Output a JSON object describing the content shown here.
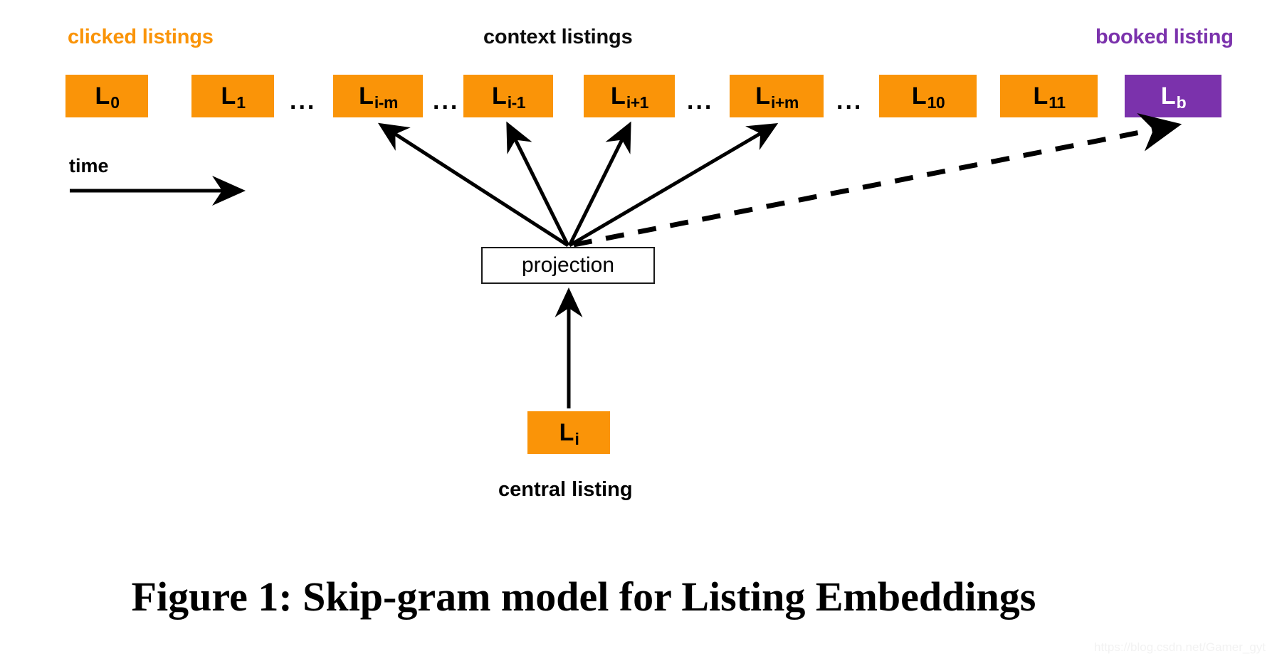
{
  "figure": {
    "caption": "Figure 1: Skip-gram model for Listing Embeddings",
    "watermark": "https://blog.csdn.net/Gamer_gyt"
  },
  "headings": {
    "clicked_listings": "clicked listings",
    "context_listings": "context listings",
    "booked_listing": "booked listing"
  },
  "labels": {
    "time": "time",
    "central_listing": "central listing",
    "projection": "projection"
  },
  "colors": {
    "orange": "#FA9408",
    "purple": "#7B32AC",
    "text": "#000000",
    "background": "#ffffff",
    "watermark": "#f2f2f2"
  },
  "sequence": [
    {
      "id": "l0",
      "base": "L",
      "sub": "0",
      "type": "clicked"
    },
    {
      "id": "l1",
      "base": "L",
      "sub": "1",
      "type": "clicked"
    },
    {
      "id": "lim",
      "base": "L",
      "sub": "i-m",
      "type": "context"
    },
    {
      "id": "li1m",
      "base": "L",
      "sub": "i-1",
      "type": "context"
    },
    {
      "id": "li1p",
      "base": "L",
      "sub": "i+1",
      "type": "context"
    },
    {
      "id": "lipm",
      "base": "L",
      "sub": "i+m",
      "type": "context"
    },
    {
      "id": "l10",
      "base": "L",
      "sub": "10",
      "type": "clicked"
    },
    {
      "id": "l11",
      "base": "L",
      "sub": "11",
      "type": "clicked"
    },
    {
      "id": "lb",
      "base": "L",
      "sub": "b",
      "type": "booked"
    }
  ],
  "central": {
    "base": "L",
    "sub": "i"
  },
  "ellipsis": {
    "glyph": "..."
  },
  "chart_data": {
    "type": "diagram",
    "title": "Skip-gram model for Listing Embeddings",
    "nodes": [
      {
        "label": "L0",
        "role": "clicked listing",
        "color": "#FA9408"
      },
      {
        "label": "L1",
        "role": "clicked listing",
        "color": "#FA9408"
      },
      {
        "label": "Li-m",
        "role": "context listing",
        "color": "#FA9408"
      },
      {
        "label": "Li-1",
        "role": "context listing",
        "color": "#FA9408"
      },
      {
        "label": "Li+1",
        "role": "context listing",
        "color": "#FA9408"
      },
      {
        "label": "Li+m",
        "role": "context listing",
        "color": "#FA9408"
      },
      {
        "label": "L10",
        "role": "clicked listing",
        "color": "#FA9408"
      },
      {
        "label": "L11",
        "role": "clicked listing",
        "color": "#FA9408"
      },
      {
        "label": "Lb",
        "role": "booked listing",
        "color": "#7B32AC"
      },
      {
        "label": "Li",
        "role": "central listing",
        "color": "#FA9408"
      },
      {
        "label": "projection",
        "role": "projection layer",
        "color": "#ffffff"
      }
    ],
    "edges": [
      {
        "from": "Li",
        "to": "projection",
        "style": "solid"
      },
      {
        "from": "projection",
        "to": "Li-m",
        "style": "solid"
      },
      {
        "from": "projection",
        "to": "Li-1",
        "style": "solid"
      },
      {
        "from": "projection",
        "to": "Li+1",
        "style": "solid"
      },
      {
        "from": "projection",
        "to": "Li+m",
        "style": "solid"
      },
      {
        "from": "projection",
        "to": "Lb",
        "style": "dashed"
      }
    ],
    "annotations": [
      "time"
    ]
  }
}
